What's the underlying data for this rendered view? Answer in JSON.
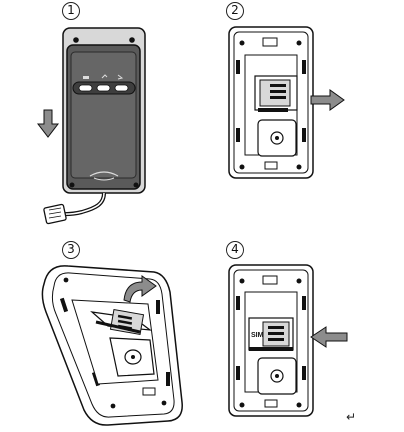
{
  "steps": [
    {
      "number": "1",
      "name": "remove-cover"
    },
    {
      "number": "2",
      "name": "slide-holder-open"
    },
    {
      "number": "3",
      "name": "lift-holder-insert-sim"
    },
    {
      "number": "4",
      "name": "close-holder-lock"
    }
  ],
  "labels": {
    "sim_text": "SIM",
    "return_mark": "↵"
  },
  "icons": {
    "arrow_down": "down-arrow-icon",
    "arrow_right": "right-arrow-icon",
    "arrow_curved": "curved-arrow-icon",
    "arrow_left": "left-arrow-icon"
  },
  "colors": {
    "device_body": "#5a5a5a",
    "device_panel": "#3e3e3e",
    "line": "#111111",
    "fill_light": "#ffffff",
    "fill_gray": "#d8d8d8",
    "arrow_fill": "#8c8c8c"
  }
}
